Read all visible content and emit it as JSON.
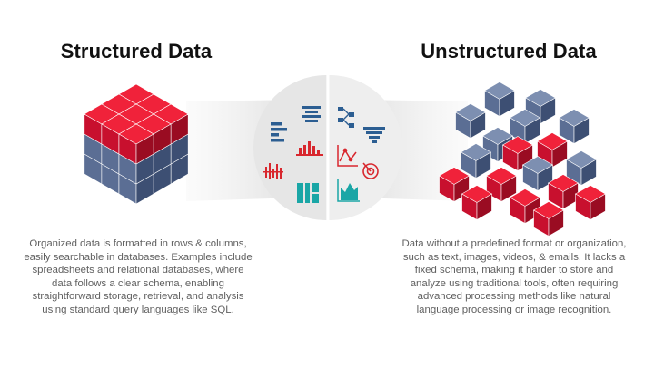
{
  "structured": {
    "title": "Structured Data",
    "description": "Organized data is formatted in rows & columns, easily searchable in databases. Examples include spreadsheets and relational databases, where data follows a clear schema, enabling straightforward storage, retrieval, and analysis using standard query languages like SQL."
  },
  "unstructured": {
    "title": "Unstructured Data",
    "description": "Data without a predefined format or organization, such as text, images, videos, & emails. It lacks a fixed schema, making it harder to store and analyze using traditional tools, often requiring advanced processing methods like natural language processing or image recognition."
  },
  "colors": {
    "red_top": "#f0223a",
    "red_left": "#c8102e",
    "red_right": "#9a0c22",
    "blue_top": "#7d8fb1",
    "blue_left": "#5b6e94",
    "blue_right": "#3d4f73",
    "icon_blue": "#2c5e92",
    "icon_red": "#d8272e",
    "icon_teal": "#1aa6a6"
  },
  "center_icons": [
    "text-lines-icon",
    "bar-list-icon",
    "hierarchy-icon",
    "funnel-icon",
    "bar-chart-icon",
    "line-chart-icon",
    "sticks-chart-icon",
    "columns-icon",
    "target-icon",
    "area-chart-icon"
  ]
}
